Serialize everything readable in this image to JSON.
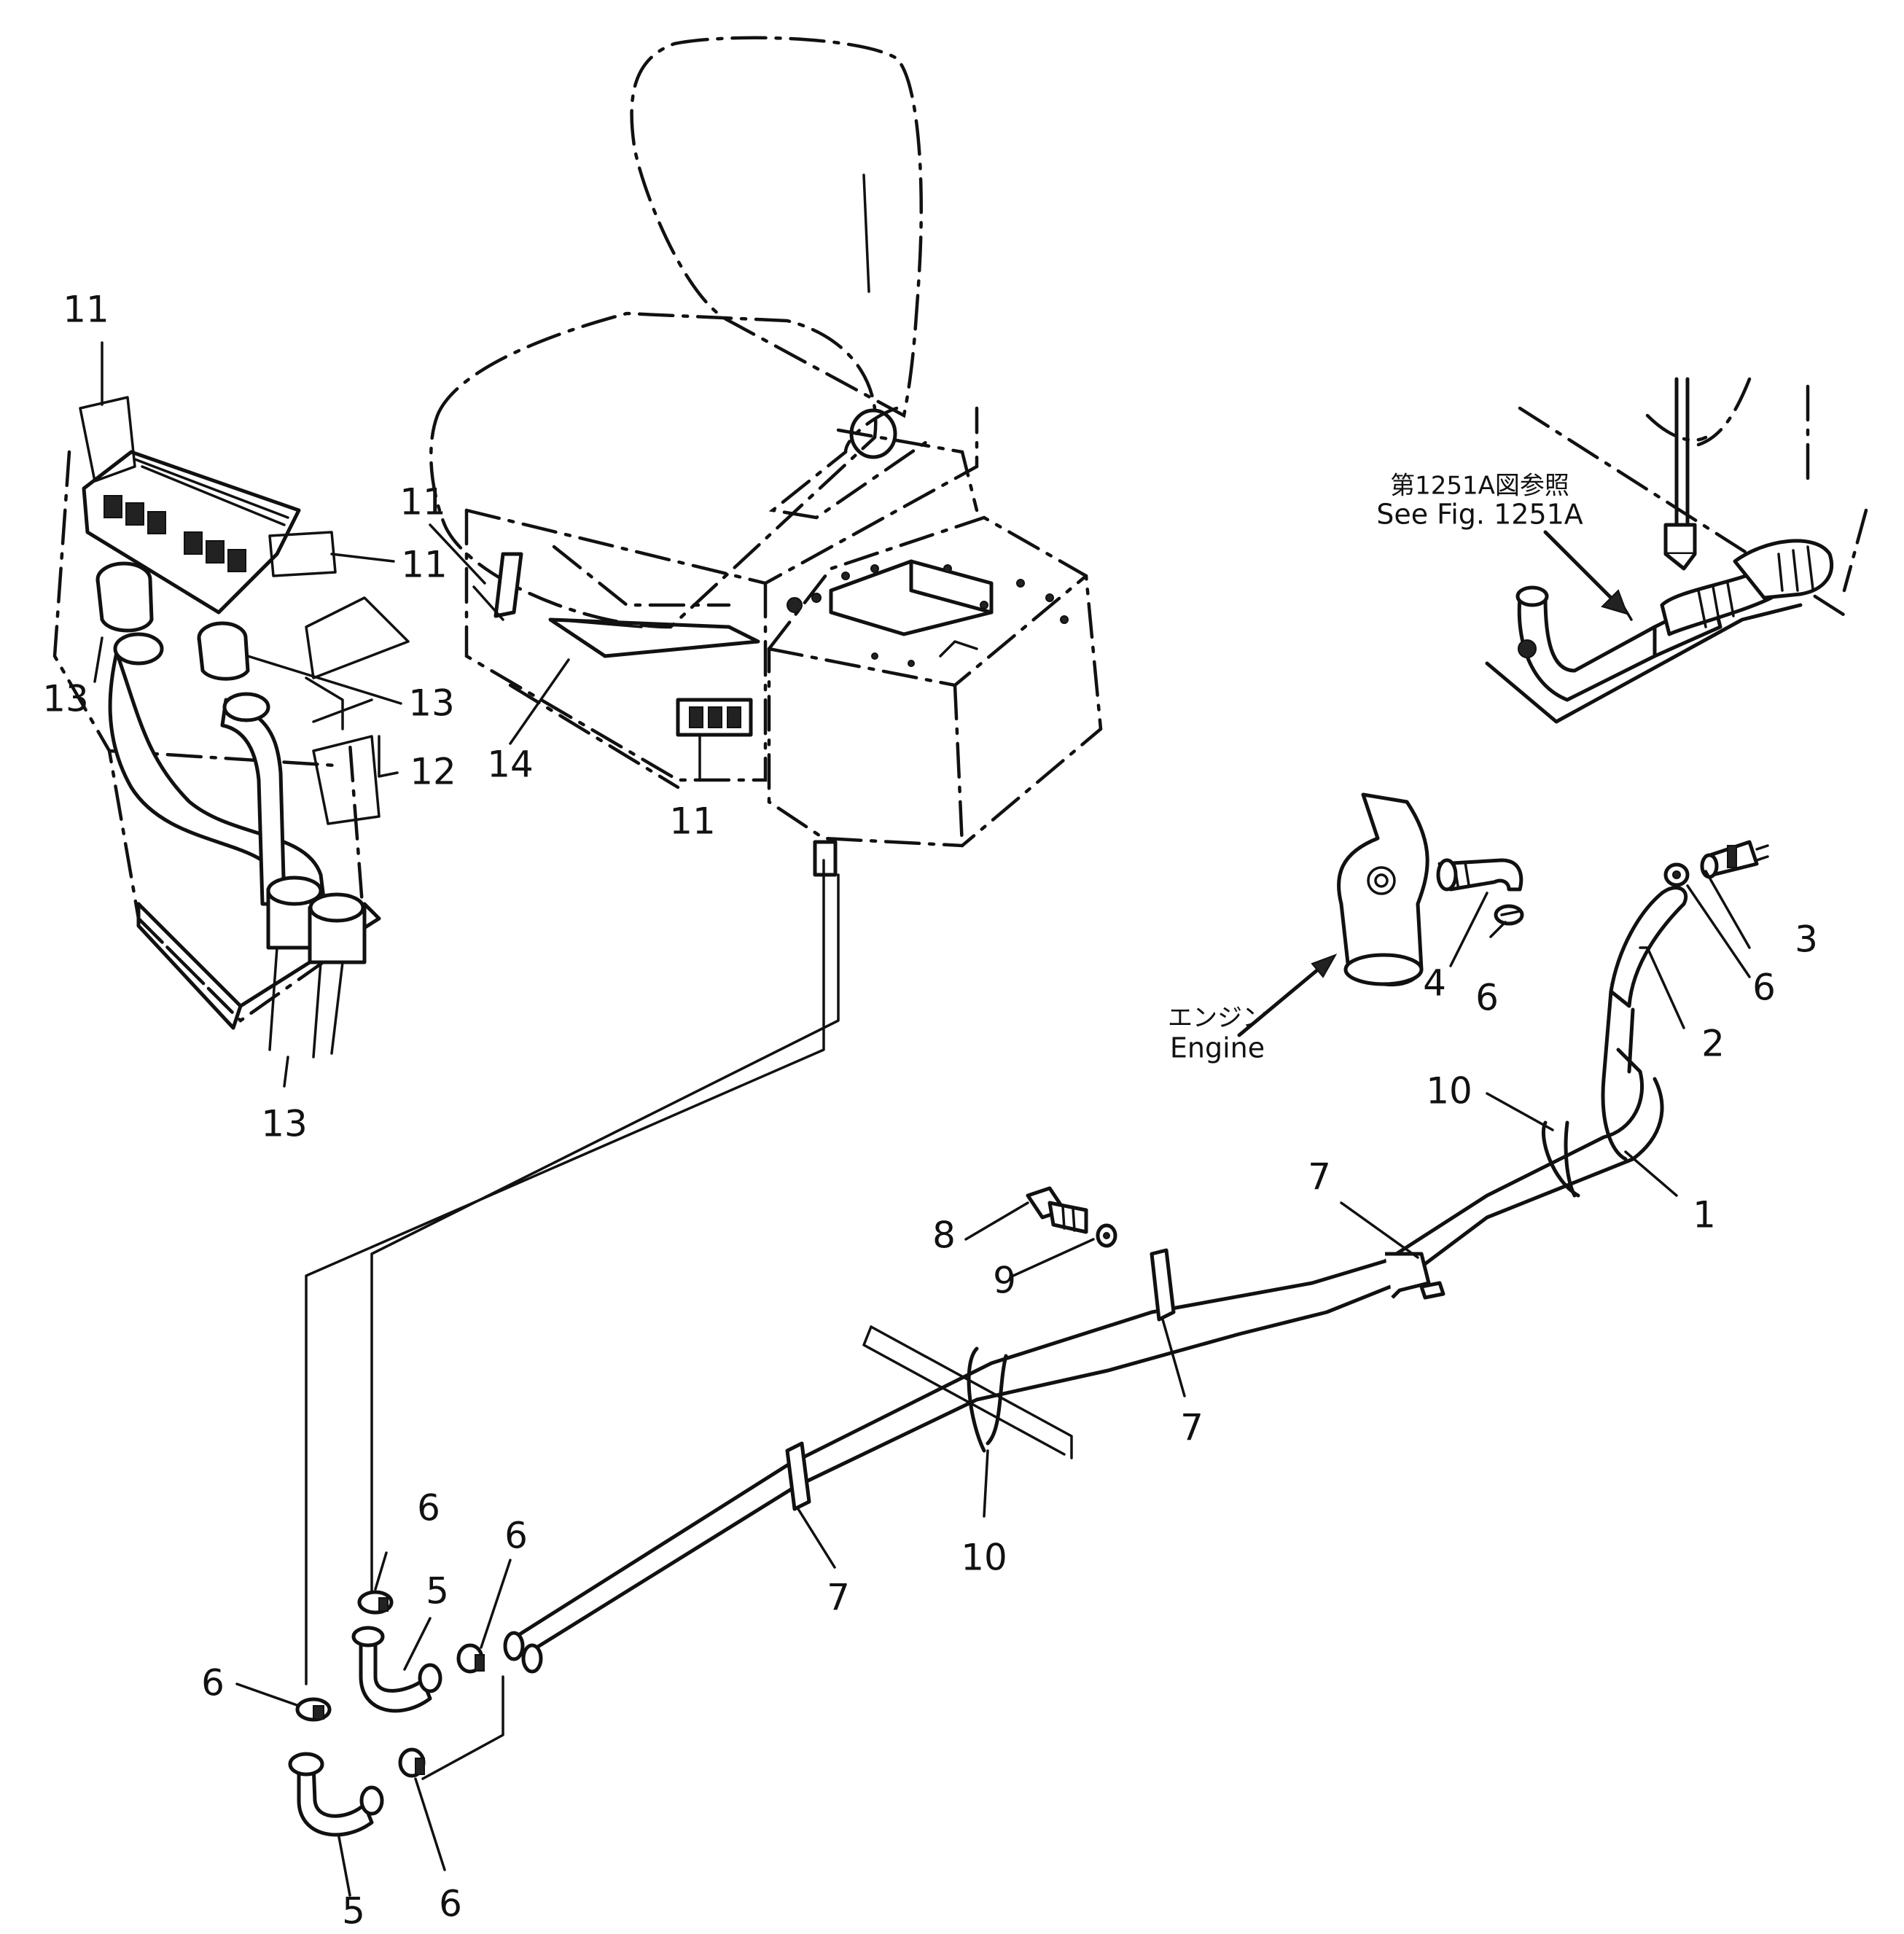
{
  "callouts": [
    {
      "id": "c11a",
      "text": "11"
    },
    {
      "id": "c11b",
      "text": "11"
    },
    {
      "id": "c11c",
      "text": "11"
    },
    {
      "id": "c11d",
      "text": "11"
    },
    {
      "id": "c13a",
      "text": "13"
    },
    {
      "id": "c13b",
      "text": "13"
    },
    {
      "id": "c13c",
      "text": "13"
    },
    {
      "id": "c12",
      "text": "12"
    },
    {
      "id": "c14",
      "text": "14"
    },
    {
      "id": "c3",
      "text": "3"
    },
    {
      "id": "c4",
      "text": "4"
    },
    {
      "id": "c6a",
      "text": "6"
    },
    {
      "id": "c6b",
      "text": "6"
    },
    {
      "id": "c2",
      "text": "2"
    },
    {
      "id": "c10a",
      "text": "10"
    },
    {
      "id": "c1",
      "text": "1"
    },
    {
      "id": "c7a",
      "text": "7"
    },
    {
      "id": "c8",
      "text": "8"
    },
    {
      "id": "c9",
      "text": "9"
    },
    {
      "id": "c7b",
      "text": "7"
    },
    {
      "id": "c10b",
      "text": "10"
    },
    {
      "id": "c7c",
      "text": "7"
    },
    {
      "id": "c6c",
      "text": "6"
    },
    {
      "id": "c6d",
      "text": "6"
    },
    {
      "id": "c5a",
      "text": "5"
    },
    {
      "id": "c6e",
      "text": "6"
    },
    {
      "id": "c5b",
      "text": "5"
    },
    {
      "id": "c6f",
      "text": "6"
    }
  ],
  "notes": {
    "ref_jp": "第1251A図参照",
    "ref_en": "See Fig. 1251A",
    "engine_jp": "エンジン",
    "engine_en": "Engine"
  }
}
